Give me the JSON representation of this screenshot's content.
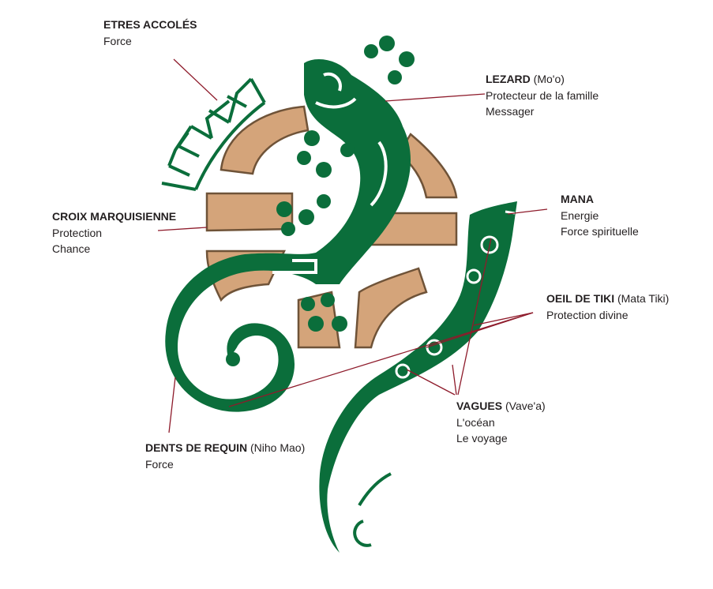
{
  "labels": {
    "etres": {
      "title": "ETRES ACCOLÉS",
      "lines": [
        "Force"
      ]
    },
    "lezard": {
      "title": "LEZARD",
      "alt": "(Mo'o)",
      "lines": [
        "Protecteur de la famille",
        "Messager"
      ]
    },
    "croix": {
      "title": "CROIX MARQUISIENNE",
      "lines": [
        "Protection",
        "Chance"
      ]
    },
    "mana": {
      "title": "MANA",
      "lines": [
        "Energie",
        "Force spirituelle"
      ]
    },
    "oeil": {
      "title": "OEIL DE TIKI",
      "alt": "(Mata Tiki)",
      "lines": [
        "Protection divine"
      ]
    },
    "vagues": {
      "title": "VAGUES",
      "alt": "(Vave'a)",
      "lines": [
        "L'océan",
        "Le voyage"
      ]
    },
    "dents": {
      "title": "DENTS DE REQUIN",
      "alt": "(Niho Mao)",
      "lines": [
        "Force"
      ]
    }
  },
  "colors": {
    "green": "#0b6e3b",
    "tan": "#d4a47a",
    "brown": "#6f5338",
    "leader": "#8e1b2b"
  }
}
